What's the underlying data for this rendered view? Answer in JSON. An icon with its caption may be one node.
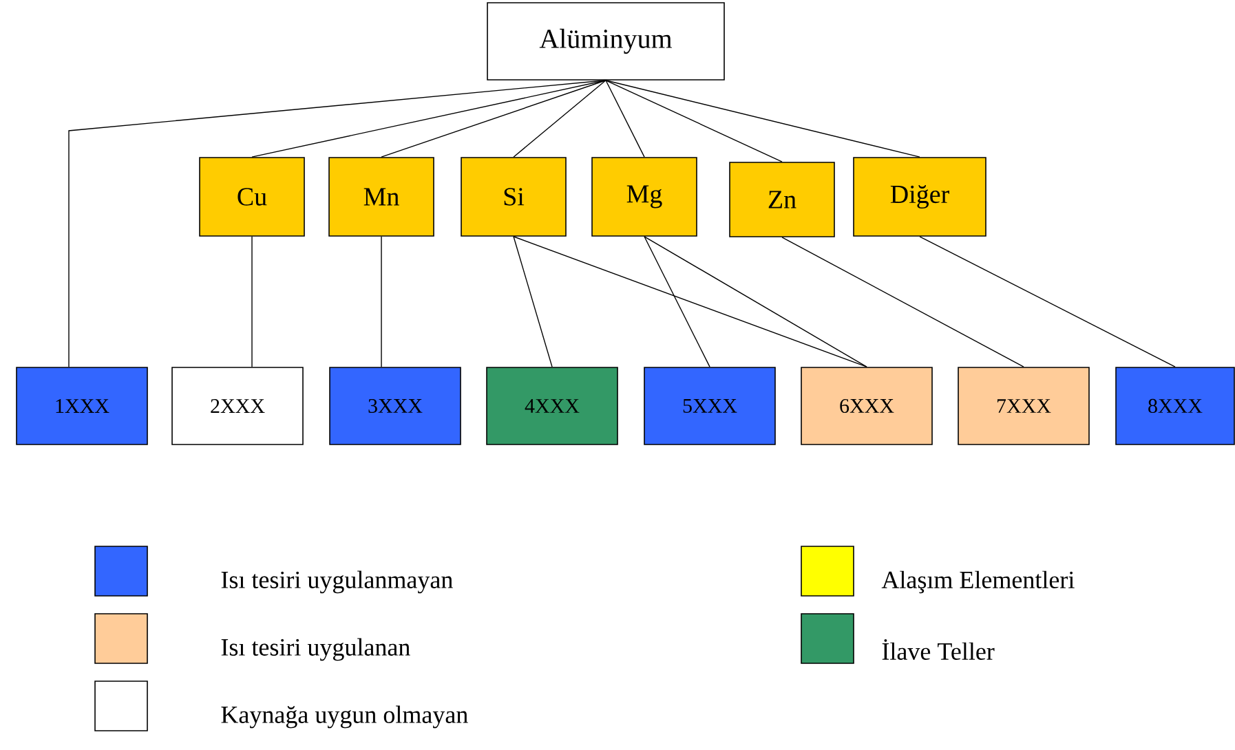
{
  "diagram": {
    "nodes": [
      {
        "text": [
          "Alüminyum"
        ]
      },
      {
        "text": [
          "Cu"
        ]
      },
      {
        "text": [
          "Mn"
        ]
      },
      {
        "text": [
          "Si"
        ]
      },
      {
        "text": [
          "Mg"
        ]
      },
      {
        "text": [
          "Zn"
        ]
      },
      {
        "text": [
          "Diğer"
        ]
      },
      {
        "text": [
          "1XXX"
        ]
      },
      {
        "text": [
          "2XXX"
        ]
      },
      {
        "text": [
          "3XXX"
        ]
      },
      {
        "text": [
          "4XXX"
        ]
      },
      {
        "text": [
          "5XXX"
        ]
      },
      {
        "text": [
          "6XXX"
        ]
      },
      {
        "text": [
          "7XXX"
        ]
      },
      {
        "text": [
          "8XXX"
        ]
      }
    ],
    "edges": [
      {
        "from": 0,
        "to": 7,
        "arrow": "none"
      },
      {
        "from": 0,
        "to": 1,
        "arrow": "none"
      },
      {
        "from": 0,
        "to": 2,
        "arrow": "none"
      },
      {
        "from": 0,
        "to": 3,
        "arrow": "none"
      },
      {
        "from": 0,
        "to": 4,
        "arrow": "none"
      },
      {
        "from": 0,
        "to": 5,
        "arrow": "none"
      },
      {
        "from": 0,
        "to": 6,
        "arrow": "none"
      },
      {
        "from": 1,
        "to": 8,
        "arrow": "none"
      },
      {
        "from": 2,
        "to": 9,
        "arrow": "none"
      },
      {
        "from": 3,
        "to": 10,
        "arrow": "none"
      },
      {
        "from": 3,
        "to": 12,
        "arrow": "none"
      },
      {
        "from": 4,
        "to": 11,
        "arrow": "none"
      },
      {
        "from": 4,
        "to": 12,
        "arrow": "none"
      },
      {
        "from": 5,
        "to": 13,
        "arrow": "none"
      },
      {
        "from": 6,
        "to": 14,
        "arrow": "none"
      }
    ],
    "legend": [
      {
        "text": "Isı tesiri uygulanmayan",
        "color": "#3366ff"
      },
      {
        "text": "Isı tesiri uygulanan",
        "color": "#ffcc99"
      },
      {
        "text": "Kaynağa uygun olmayan"
      },
      {
        "text": "Alaşım Elementleri",
        "color": "#ffff00"
      },
      {
        "text": "İlave Teller",
        "color": "#339966"
      }
    ]
  }
}
